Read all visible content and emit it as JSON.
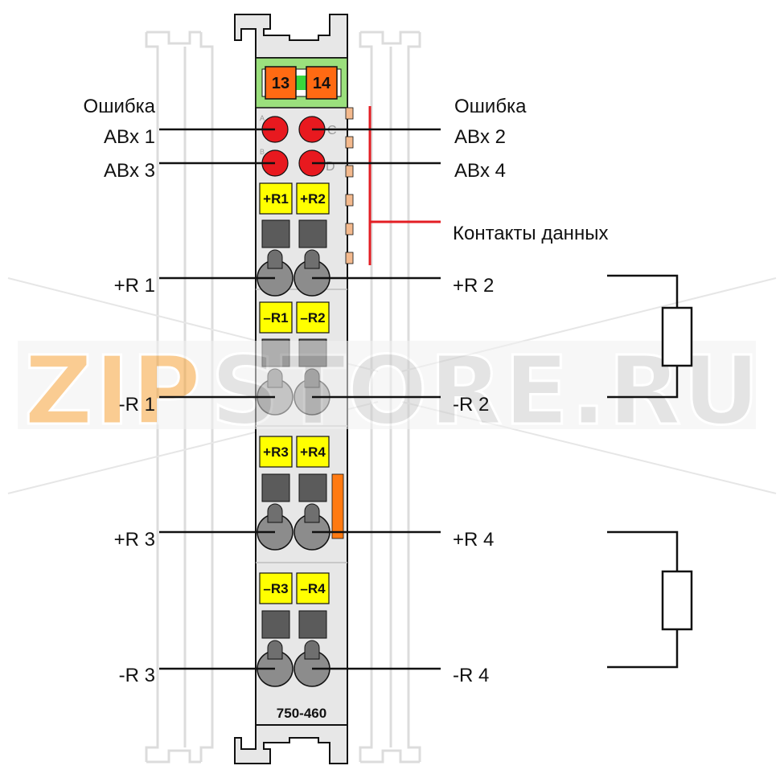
{
  "module": {
    "model": "750-460",
    "top_terminals": [
      "13",
      "14"
    ],
    "led_letters": [
      "A",
      "C",
      "B",
      "D"
    ],
    "terminal_groups": [
      [
        "+R1",
        "+R2"
      ],
      [
        "–R1",
        "–R2"
      ],
      [
        "+R3",
        "+R4"
      ],
      [
        "–R3",
        "–R4"
      ]
    ]
  },
  "labels": {
    "error_left": "Ошибка",
    "error_right": "Ошибка",
    "abx1": "ABx 1",
    "abx2": "ABx 2",
    "abx3": "ABx 3",
    "abx4": "ABx 4",
    "data_contacts": "Контакты данных",
    "plus_r1": "+R 1",
    "plus_r2": "+R 2",
    "minus_r1": "-R 1",
    "minus_r2": "-R 2",
    "plus_r3": "+R 3",
    "plus_r4": "+R 4",
    "minus_r3": "-R 3",
    "minus_r4": "-R 4"
  },
  "watermark": {
    "part1": "ZIP",
    "part2": "STORE.RU"
  },
  "colors": {
    "led_red": "#e8191f",
    "terminal_orange": "#ff6a13",
    "terminal_yellow": "#ffff00",
    "header_green": "#9be07d",
    "bracket_red": "#e31e24",
    "body_gray": "#e7e7e7",
    "watermark_orange": "#f7a43a",
    "watermark_gray": "#cfcfcf"
  }
}
